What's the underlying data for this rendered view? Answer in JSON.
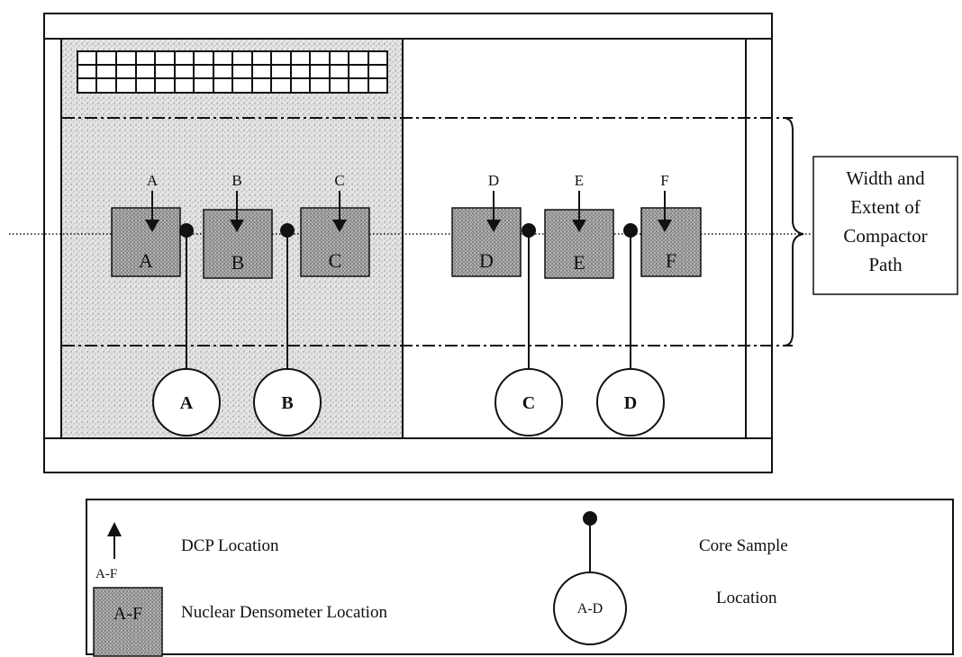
{
  "dcp_points": [
    {
      "label": "A"
    },
    {
      "label": "B"
    },
    {
      "label": "C"
    },
    {
      "label": "D"
    },
    {
      "label": "E"
    },
    {
      "label": "F"
    }
  ],
  "densometer_boxes": [
    {
      "label": "A"
    },
    {
      "label": "B"
    },
    {
      "label": "C"
    },
    {
      "label": "D"
    },
    {
      "label": "E"
    },
    {
      "label": "F"
    }
  ],
  "core_samples": [
    {
      "label": "A"
    },
    {
      "label": "B"
    },
    {
      "label": "C"
    },
    {
      "label": "D"
    }
  ],
  "compactor_path_label": [
    "Width and",
    "Extent of",
    "Compactor",
    "Path"
  ],
  "legend": {
    "dcp_range": "A-F",
    "dcp_text": "DCP Location",
    "densometer_box_label": "A-F",
    "densometer_text": "Nuclear Densometer Location",
    "core_text_1": "Core Sample",
    "core_text_2": "Location",
    "core_circle_label": "A-D"
  },
  "colors": {
    "stipple_fill": "#d4d4d4",
    "box_fill": "#9c9c9c",
    "ink": "#111111"
  },
  "icons": [
    "arrow-down-icon",
    "core-sample-marker-icon",
    "stipple-texture"
  ]
}
